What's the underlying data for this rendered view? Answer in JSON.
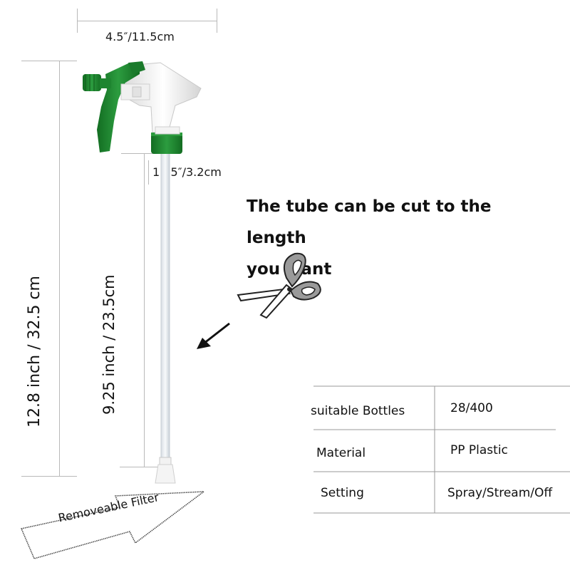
{
  "dimensions": {
    "head_width": "4.5″/11.5cm",
    "neck_width": "1.25″/3.2cm",
    "total_height": "12.8 inch / 32.5 cm",
    "tube_length": "9.25 inch / 23.5cm"
  },
  "headline": {
    "line1": "The tube can be cut to the length",
    "line2": "you want"
  },
  "filter": {
    "label": "Removeable Filter"
  },
  "spec_table": {
    "rows": [
      {
        "label": "suitable Bottles",
        "value": "28/400"
      },
      {
        "label": "Material",
        "value": "PP Plastic"
      },
      {
        "label": "Setting",
        "value": "Spray/Stream/Off"
      }
    ]
  },
  "colors": {
    "trigger_green": "#1f8a32",
    "body_white": "#f4f4f4",
    "tube": "#e9eef2",
    "scissors_fill": "#9a9a9a"
  },
  "icons": [
    "scissors-icon",
    "arrow-icon"
  ]
}
